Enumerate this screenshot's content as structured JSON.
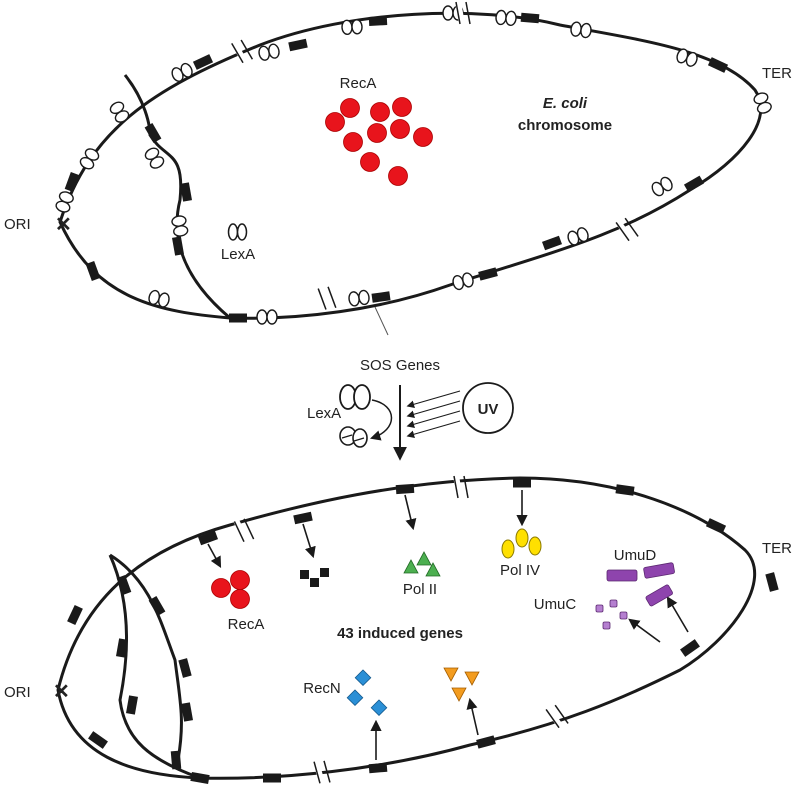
{
  "top_panel": {
    "recA_label": "RecA",
    "title_line1": "E. coli",
    "title_line2": "chromosome",
    "ori_label": "ORI",
    "ter_label": "TER",
    "lexA_label": "LexA"
  },
  "middle": {
    "sos_label": "SOS Genes",
    "lexA_label": "LexA",
    "uv_label": "UV"
  },
  "bottom_panel": {
    "center_label": "43 induced genes",
    "recA_label": "RecA",
    "polII_label": "Pol II",
    "polIV_label": "Pol IV",
    "umuD_label": "UmuD",
    "umuC_label": "UmuC",
    "recN_label": "RecN",
    "ori_label": "ORI",
    "ter_label": "TER"
  },
  "colors": {
    "recA": "#e8141c",
    "polII": "#4caf50",
    "polIV": "#ffe000",
    "umu": "#8e44ad",
    "recN": "#2a8fd6",
    "orange": "#f39c1f",
    "line": "#1a1a1a"
  }
}
